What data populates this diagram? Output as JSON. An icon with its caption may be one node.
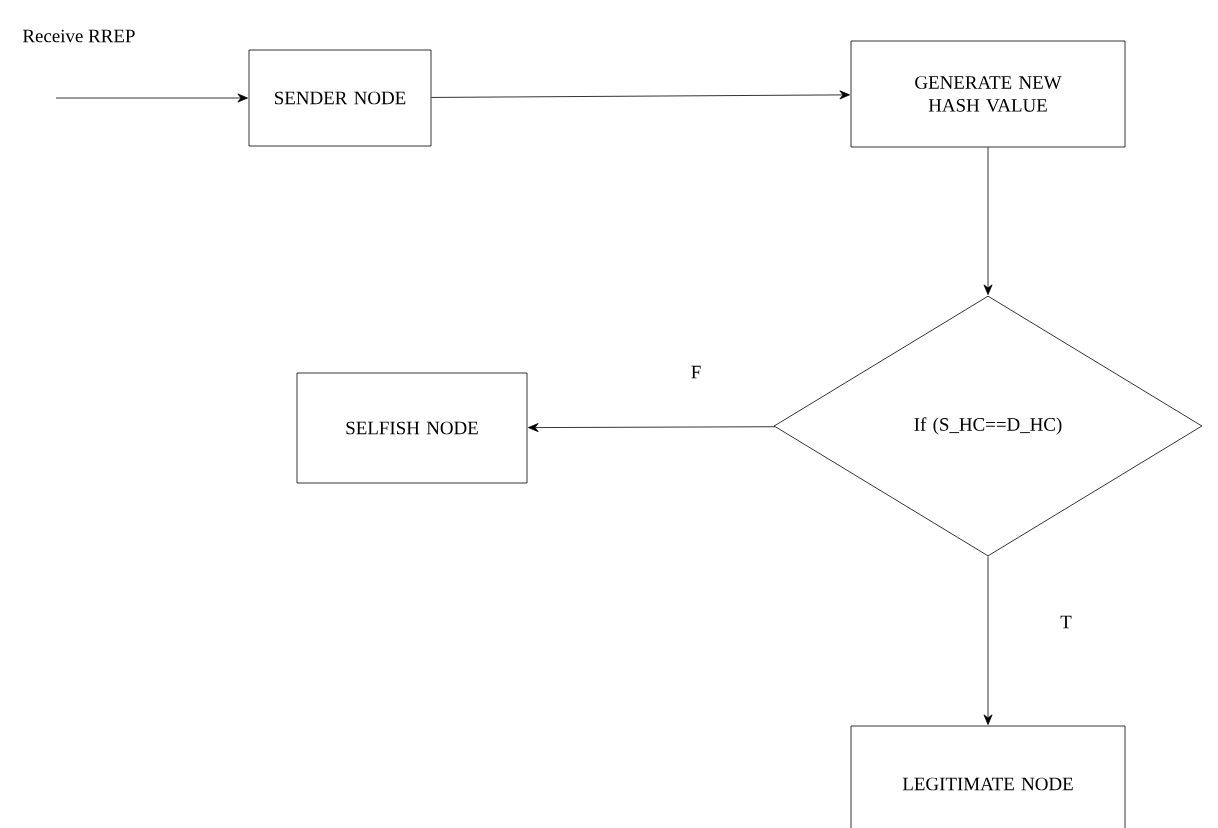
{
  "diagram": {
    "nodes": [
      {
        "text": [
          "SENDER NODE"
        ]
      },
      {
        "text": [
          "GENERATE NEW HASH VALUE"
        ]
      },
      {
        "text": [
          "If (S_HC==D_HC)"
        ]
      },
      {
        "text": [
          "SELFISH NODE"
        ]
      },
      {
        "text": [
          "LEGITIMATE NODE"
        ]
      }
    ],
    "edges": [
      {
        "from": null,
        "to": 0,
        "arrow": "to",
        "label": "Receive RREP"
      },
      {
        "from": 0,
        "to": 1,
        "arrow": "to"
      },
      {
        "from": 1,
        "to": 2,
        "arrow": "to"
      },
      {
        "from": 2,
        "to": 3,
        "arrow": "to",
        "label": "F"
      },
      {
        "from": 2,
        "to": 4,
        "arrow": "to",
        "label": "T"
      }
    ]
  }
}
